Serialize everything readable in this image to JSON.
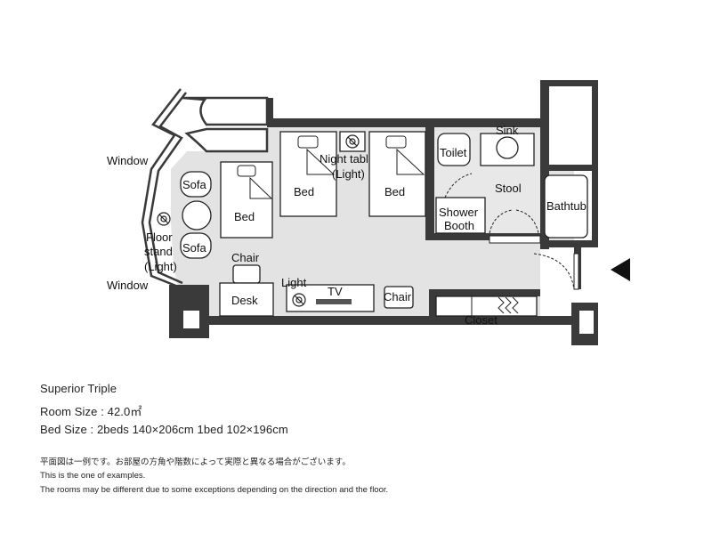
{
  "plan": {
    "labels": {
      "window_top": "Window",
      "window_bottom": "Window",
      "sofa_top": "Sofa",
      "sofa_bottom": "Sofa",
      "floor_stand_1": "Floor",
      "floor_stand_2": "stand",
      "floor_stand_3": "(Light)",
      "bed_left": "Bed",
      "bed_middle": "Bed",
      "bed_right": "Bed",
      "night_table_1": "Night table",
      "night_table_2": "(Light)",
      "chair_desk": "Chair",
      "desk": "Desk",
      "light": "Light",
      "tv": "TV",
      "chair_right": "Chair",
      "toilet": "Toilet",
      "sink": "Sink",
      "stool": "Stool",
      "shower_1": "Shower",
      "shower_2": "Booth",
      "bathtub": "Bathtub",
      "closet": "Closet"
    }
  },
  "info": {
    "room_name": "Superior Triple",
    "room_size": "Room Size : 42.0㎡",
    "bed_size": "Bed Size : 2beds 140×206cm  1bed 102×196cm"
  },
  "notes": {
    "japanese": "平面図は一例です。お部屋の方角や階数によって実際と異なる場合がございます。",
    "line1": "This is the one of examples.",
    "line2": "The rooms may be different due to some exceptions depending on the direction and the floor."
  },
  "colors": {
    "wall": "#3a3a3a",
    "floor": "#e3e3e3",
    "furniture": "#ffffff"
  }
}
